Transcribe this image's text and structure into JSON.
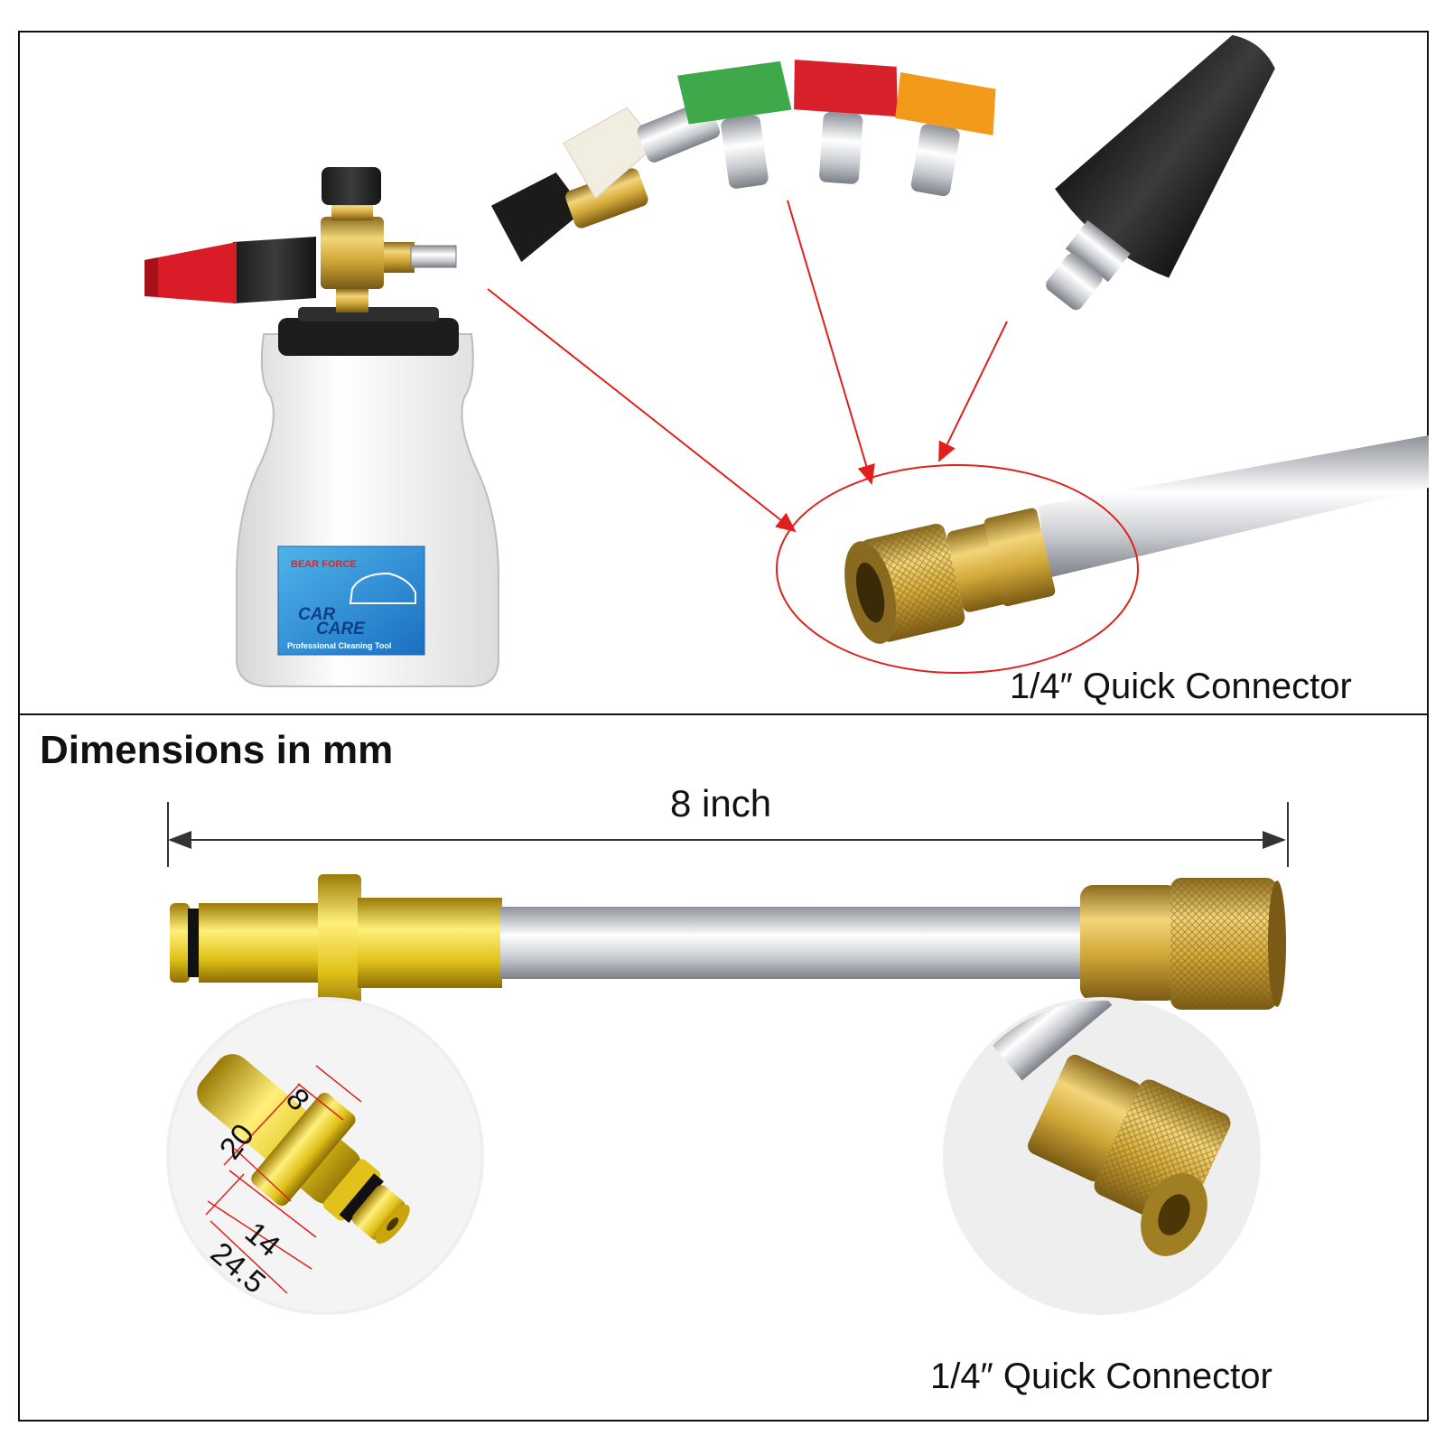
{
  "top_panel": {
    "connector_label": "1/4″  Quick Connector",
    "bottle_label": {
      "brand": "BEAR FORCE",
      "line1": "CAR",
      "line2": "CARE",
      "subtitle": "Professional Cleaning Tool"
    },
    "nozzle_colors": [
      "#111111",
      "#f2efe3",
      "#3fa84a",
      "#d8202a",
      "#f39a1b"
    ],
    "arrow_color": "#e0201c"
  },
  "bottom_panel": {
    "heading": "Dimensions in mm",
    "length_label": "8 inch",
    "dimensions": {
      "d1": "8",
      "d2": "20",
      "d3": "14",
      "d4": "24.5"
    },
    "connector_label": "1/4″  Quick Connector"
  }
}
